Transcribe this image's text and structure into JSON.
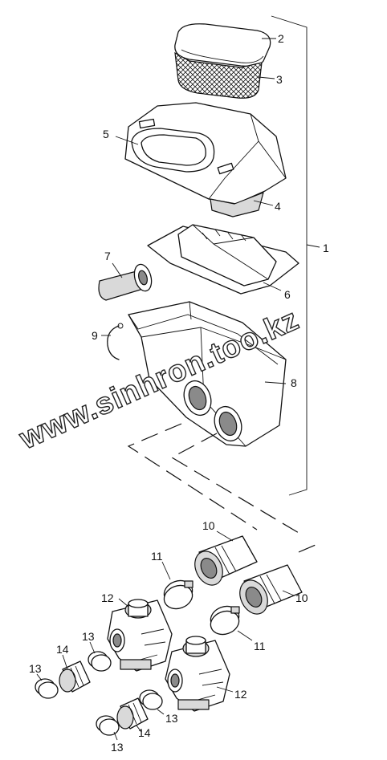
{
  "watermark": "www.sinhron.too.kz",
  "callouts": {
    "c1": "1",
    "c2": "2",
    "c3": "3",
    "c4": "4",
    "c5": "5",
    "c6": "6",
    "c7": "7",
    "c8": "8",
    "c9": "9",
    "c10a": "10",
    "c10b": "10",
    "c11a": "11",
    "c11b": "11",
    "c12a": "12",
    "c12b": "12",
    "c13a": "13",
    "c13b": "13",
    "c13c": "13",
    "c13d": "13",
    "c14a": "14",
    "c14b": "14"
  }
}
